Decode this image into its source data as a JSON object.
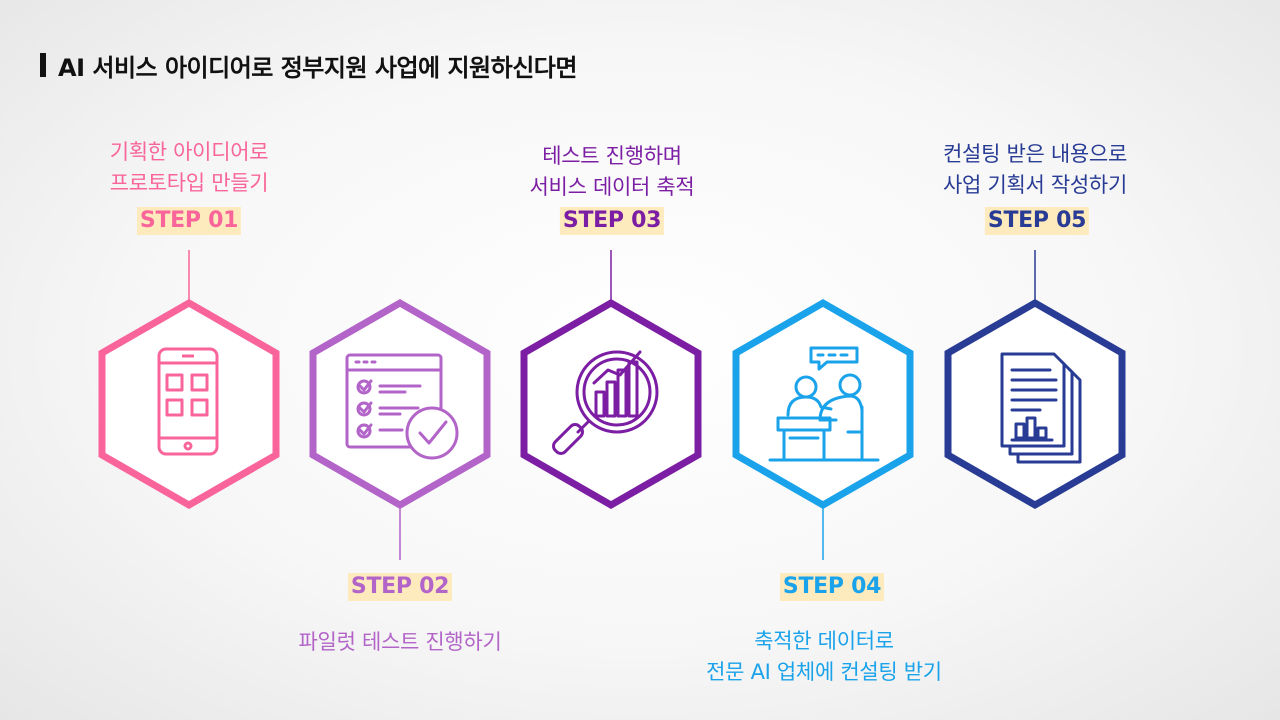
{
  "title": "AI 서비스 아이디어로 정부지원 사업에 지원하신다면",
  "steps": [
    {
      "label": "STEP 01",
      "lines": [
        "기획한 아이디어로",
        "프로토타입 만들기"
      ],
      "color": "#f9659a",
      "icon": "smartphone-app-icon",
      "position": "top"
    },
    {
      "label": "STEP 02",
      "lines": [
        "파일럿 테스트 진행하기"
      ],
      "color": "#b364c8",
      "icon": "checklist-icon",
      "position": "bottom"
    },
    {
      "label": "STEP 03",
      "lines": [
        "테스트 진행하며",
        "서비스 데이터 축적"
      ],
      "color": "#7b1ea3",
      "icon": "data-analysis-magnifier-icon",
      "position": "top"
    },
    {
      "label": "STEP 04",
      "lines": [
        "축적한 데이터로",
        "전문 AI 업체에 컨설팅 받기"
      ],
      "color": "#1aa3ea",
      "icon": "consulting-meeting-icon",
      "position": "bottom"
    },
    {
      "label": "STEP 05",
      "lines": [
        "컨설팅 받은 내용으로",
        "사업 기획서 작성하기"
      ],
      "color": "#283b95",
      "icon": "business-plan-document-icon",
      "position": "top"
    }
  ]
}
